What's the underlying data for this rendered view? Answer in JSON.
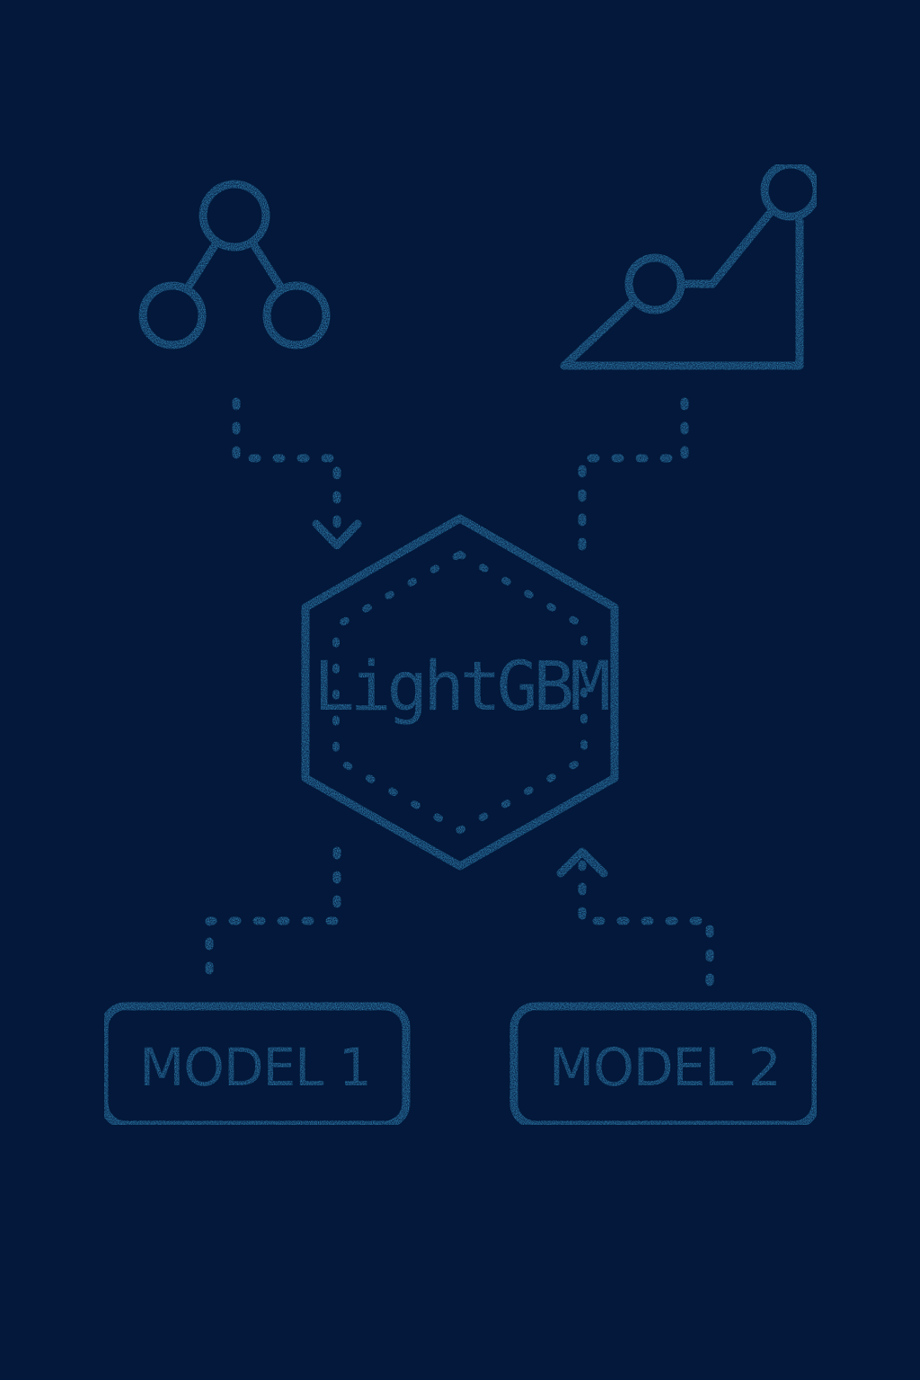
{
  "colors": {
    "background": "#03183a",
    "accent": "#2f82b3"
  },
  "center_node": {
    "label": "LightGBM",
    "shape": "hexagon"
  },
  "input_icons": [
    {
      "icon": "tree-icon"
    },
    {
      "icon": "trend-chart-icon"
    }
  ],
  "models": [
    {
      "label": "MODEL 1"
    },
    {
      "label": "MODEL 2"
    }
  ]
}
